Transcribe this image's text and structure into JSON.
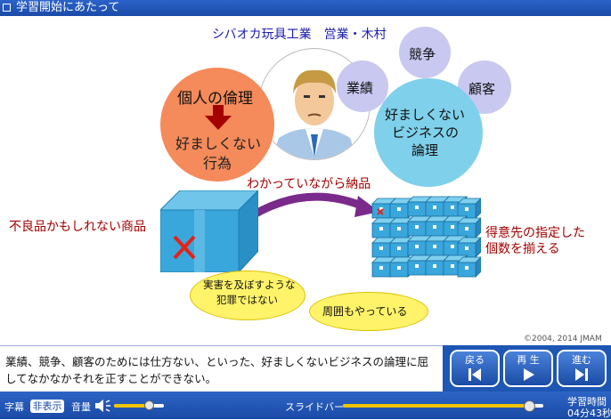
{
  "window": {
    "title": "学習開始にあたって"
  },
  "slide": {
    "company_label": "シバオカ玩具工業　営業・木村",
    "personal_ethics": {
      "title": "個人の倫理",
      "line1": "好ましくない",
      "line2": "行為"
    },
    "bubbles": {
      "performance": "業績",
      "competition": "競争",
      "customer": "顧客"
    },
    "business_logic": {
      "line1": "好ましくない",
      "line2": "ビジネスの",
      "line3": "論理"
    },
    "arrow_label": "わかっていながら納品",
    "defective_label": "不良品かもしれない商品",
    "target_label": {
      "line1": "得意先の指定した",
      "line2": "個数を揃える"
    },
    "oval1": {
      "line1": "実害を及ぼすような",
      "line2": "犯罪ではない"
    },
    "oval2": "周囲もやっている",
    "copyright": "©2004, 2014 JMAM"
  },
  "caption": {
    "text": "業績、競争、顧客のためには仕方ない、といった、好ましくないビジネスの論理に屈してなかなかそれを正すことができない。"
  },
  "nav": {
    "back": "戻る",
    "play": "再 生",
    "next": "進む"
  },
  "bottom": {
    "subtitle_label": "字幕",
    "subtitle_toggle": "非表示",
    "volume_label": "音量",
    "volume_level": 0.7,
    "slider_label": "スライドバー",
    "slider_position": 0.93,
    "time_label": "学習時間",
    "time_value": "04分43秒"
  },
  "colors": {
    "accent_blue": "#1e56b4",
    "orange": "#f58a5a",
    "teal": "#7fd0ea",
    "lavender": "#c8c8f0",
    "dark_red": "#a30000",
    "yellow": "#fff36a"
  }
}
